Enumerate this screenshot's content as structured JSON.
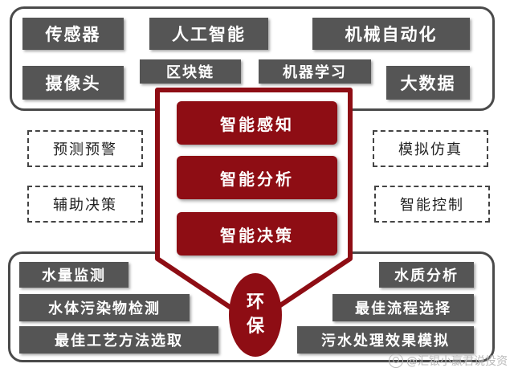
{
  "top_group": {
    "row1": [
      "传感器",
      "人工智能",
      "机械自动化"
    ],
    "row2_left": "摄像头",
    "row2_mid": [
      "区块链",
      "机器学习"
    ],
    "row2_right": "大数据"
  },
  "side_left": [
    "预测预警",
    "辅助决策"
  ],
  "side_right": [
    "模拟仿真",
    "智能控制"
  ],
  "center": [
    "智能感知",
    "智能分析",
    "智能决策"
  ],
  "circle": {
    "line1": "环",
    "line2": "保"
  },
  "bottom_left": [
    "水量监测",
    "水体污染物检测",
    "最佳工艺方法选取"
  ],
  "bottom_right": [
    "水质分析",
    "最佳流程选择",
    "污水处理效果模拟"
  ],
  "watermark": "@汇银小赢君说投资",
  "colors": {
    "dark_red": "#8e0d14",
    "gray_box": "#555555",
    "frame": "#4a4a4a"
  }
}
